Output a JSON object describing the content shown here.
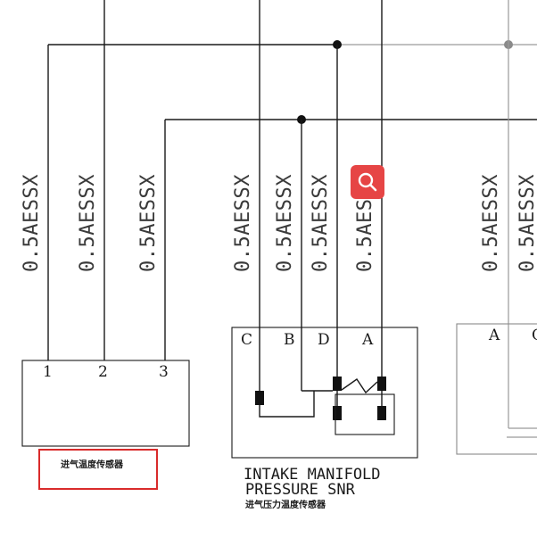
{
  "wire_labels": [
    "0.5AESSX",
    "0.5AESSX",
    "0.5AESSX",
    "0.5AESSX",
    "0.5AESSX",
    "0.5AESSX",
    "0.5AESSX",
    "0.5AESSX",
    "0.5AESSX"
  ],
  "left_component": {
    "pins": [
      "1",
      "2",
      "3"
    ],
    "caption_cn": "进气温度传感器"
  },
  "map_sensor": {
    "pins": [
      "C",
      "B",
      "D",
      "A"
    ],
    "caption_line1": "INTAKE MANIFOLD",
    "caption_line2": "PRESSURE SNR",
    "caption_cn": "进气压力温度传感器"
  },
  "right_component": {
    "pins": [
      "A",
      "C"
    ]
  },
  "colors": {
    "wire": "#1a1a1a",
    "highlight_box": "#d92b2b",
    "search_button": "#e64545"
  },
  "icons": {
    "search": "magnifier-icon"
  }
}
